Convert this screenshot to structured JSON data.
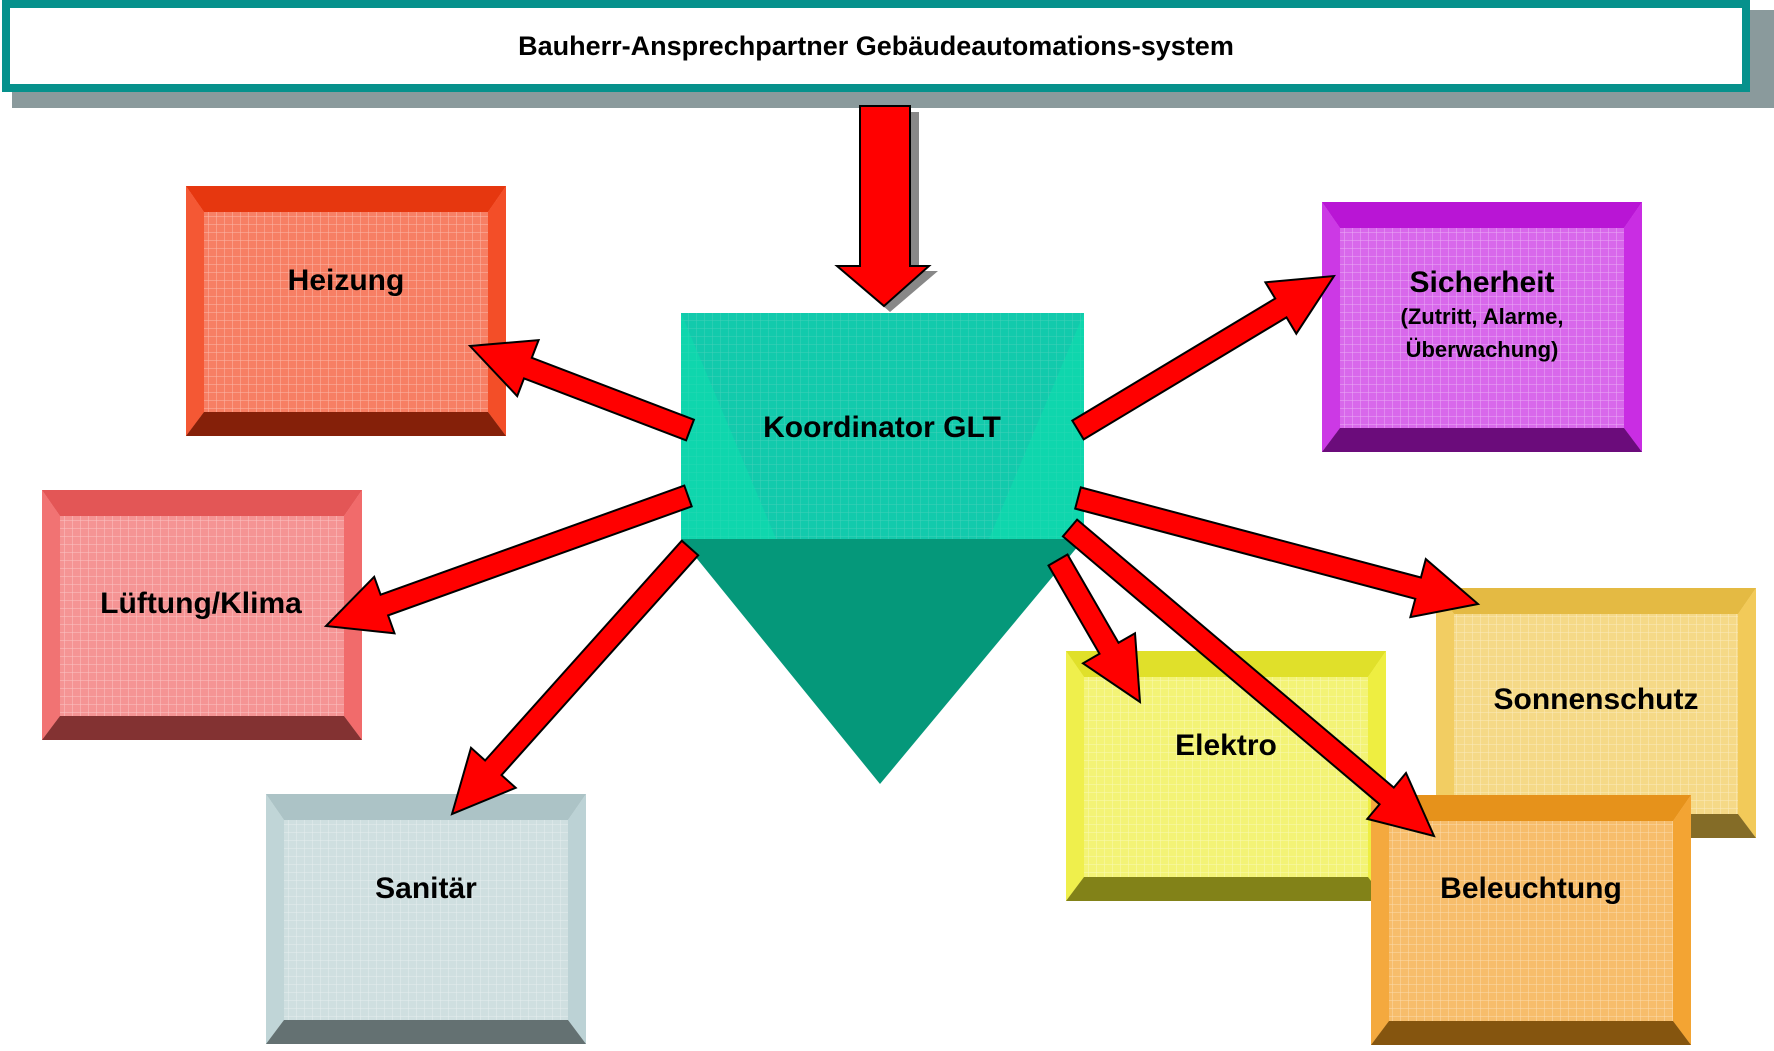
{
  "title": "Bauherr-Ansprechpartner Gebäudeautomations-system",
  "center": {
    "label": "Koordinator GLT"
  },
  "boxes": [
    {
      "key": "heizung",
      "label": "Heizung",
      "sub": "",
      "color": "#f23a10"
    },
    {
      "key": "lueftung",
      "label": "Lüftung/Klima",
      "sub": "",
      "color": "#ef5a5a"
    },
    {
      "key": "sanitaer",
      "label": "Sanitär",
      "sub": "",
      "color": "#b5cdd0"
    },
    {
      "key": "sicherheit",
      "label": "Sicherheit",
      "sub": "(Zutritt, Alarme, Überwachung)",
      "color": "#c316e0"
    },
    {
      "key": "sonnenschutz",
      "label": "Sonnenschutz",
      "sub": "",
      "color": "#f0c446"
    },
    {
      "key": "elektro",
      "label": "Elektro",
      "sub": "",
      "color": "#ecec2c"
    },
    {
      "key": "beleuchtung",
      "label": "Beleuchtung",
      "sub": "",
      "color": "#f29a1c"
    }
  ],
  "colors": {
    "frame": "#06918c",
    "arrow": "#ff0000",
    "funnel_top": "#0ee6bc",
    "funnel_bottom": "#06917a"
  }
}
